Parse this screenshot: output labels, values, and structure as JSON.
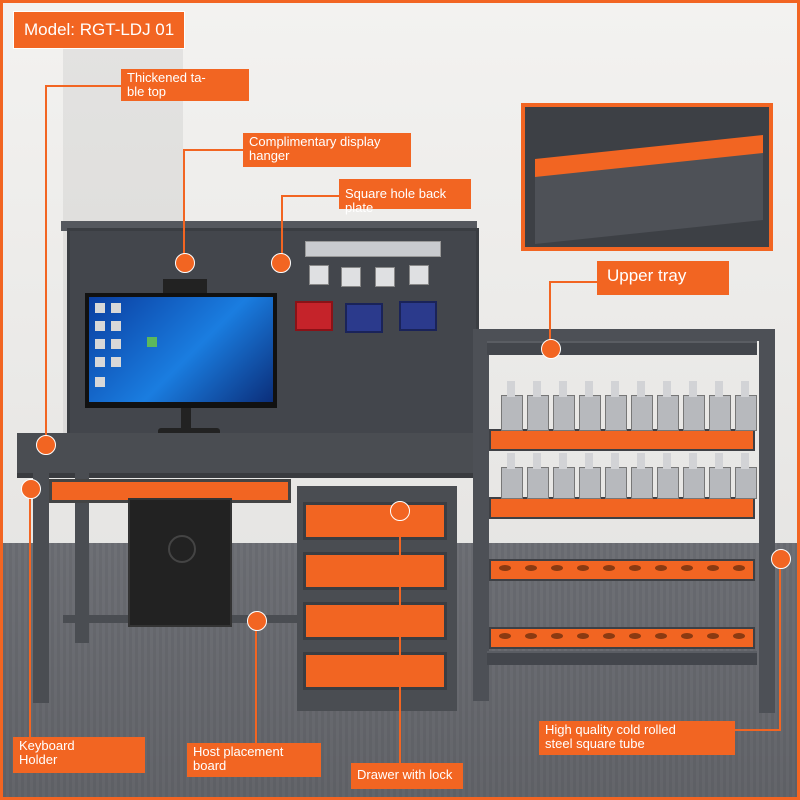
{
  "title": "Model: RGT-LDJ 01",
  "labels": {
    "thickened_tabletop": "Thickened ta-\nble top",
    "display_hanger": "Complimentary display\nhanger",
    "back_plate": "Square hole back plate",
    "upper_tray": "Upper tray",
    "keyboard_holder": "Keyboard\nHolder",
    "host_board": "Host placement\nboard",
    "drawer_lock": "Drawer with lock",
    "steel_tube": "High quality cold rolled\nsteel square tube"
  },
  "colors": {
    "accent": "#f26522",
    "steel": "#4a4d52"
  },
  "icons": [
    "camera-icon",
    "monitor-icon",
    "pc-tower-icon"
  ]
}
